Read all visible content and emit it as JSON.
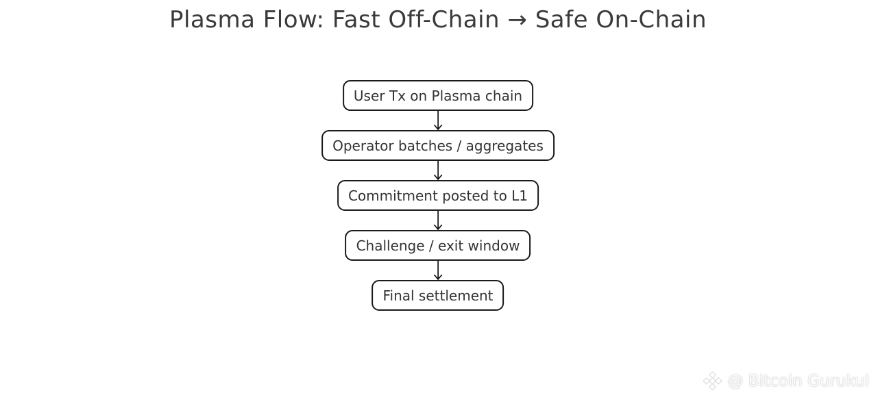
{
  "title": "Plasma Flow: Fast Off-Chain → Safe On-Chain",
  "flow": {
    "steps": [
      {
        "label": "User Tx on Plasma chain"
      },
      {
        "label": "Operator batches / aggregates"
      },
      {
        "label": "Commitment posted to L1"
      },
      {
        "label": "Challenge / exit window"
      },
      {
        "label": "Final settlement"
      }
    ]
  },
  "watermark": {
    "icon": "binance-diamond-icon",
    "text": "@ Bitcoin Gurukul"
  },
  "colors": {
    "background": "#ffffff",
    "title_text": "#3a3a3a",
    "node_border": "#1a1a1a",
    "node_text": "#333333",
    "arrow": "#111111",
    "watermark_text": "#fbfbfb",
    "watermark_outline": "#dedede"
  }
}
